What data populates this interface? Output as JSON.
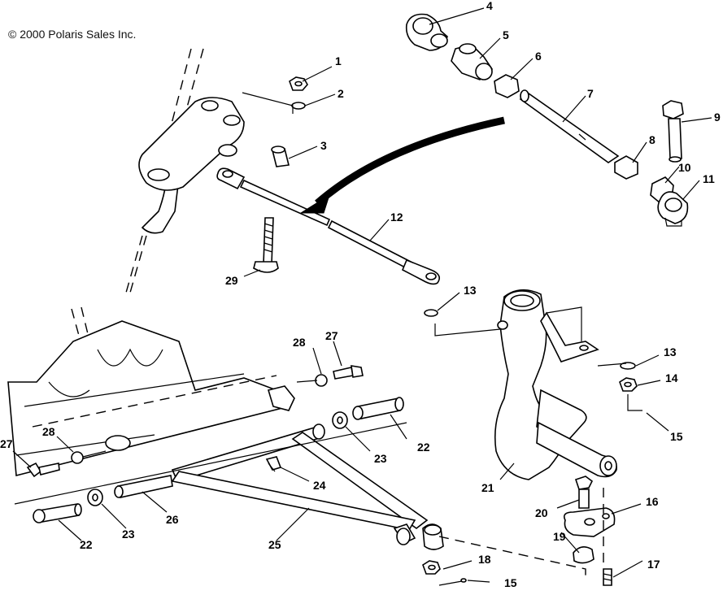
{
  "copyright": "© 2000 Polaris Sales Inc.",
  "callouts": [
    {
      "id": "c1",
      "label": "1"
    },
    {
      "id": "c2",
      "label": "2"
    },
    {
      "id": "c3",
      "label": "3"
    },
    {
      "id": "c4",
      "label": "4"
    },
    {
      "id": "c5",
      "label": "5"
    },
    {
      "id": "c6",
      "label": "6"
    },
    {
      "id": "c7",
      "label": "7"
    },
    {
      "id": "c8",
      "label": "8"
    },
    {
      "id": "c9",
      "label": "9"
    },
    {
      "id": "c10",
      "label": "10"
    },
    {
      "id": "c11",
      "label": "11"
    },
    {
      "id": "c12",
      "label": "12"
    },
    {
      "id": "c13a",
      "label": "13"
    },
    {
      "id": "c13b",
      "label": "13"
    },
    {
      "id": "c14",
      "label": "14"
    },
    {
      "id": "c15a",
      "label": "15"
    },
    {
      "id": "c15b",
      "label": "15"
    },
    {
      "id": "c16",
      "label": "16"
    },
    {
      "id": "c17",
      "label": "17"
    },
    {
      "id": "c18",
      "label": "18"
    },
    {
      "id": "c19",
      "label": "19"
    },
    {
      "id": "c20",
      "label": "20"
    },
    {
      "id": "c21",
      "label": "21"
    },
    {
      "id": "c22a",
      "label": "22"
    },
    {
      "id": "c22b",
      "label": "22"
    },
    {
      "id": "c23a",
      "label": "23"
    },
    {
      "id": "c23b",
      "label": "23"
    },
    {
      "id": "c24",
      "label": "24"
    },
    {
      "id": "c25",
      "label": "25"
    },
    {
      "id": "c26",
      "label": "26"
    },
    {
      "id": "c27a",
      "label": "27"
    },
    {
      "id": "c27b",
      "label": "27"
    },
    {
      "id": "c28a",
      "label": "28"
    },
    {
      "id": "c28b",
      "label": "28"
    },
    {
      "id": "c29",
      "label": "29"
    }
  ]
}
